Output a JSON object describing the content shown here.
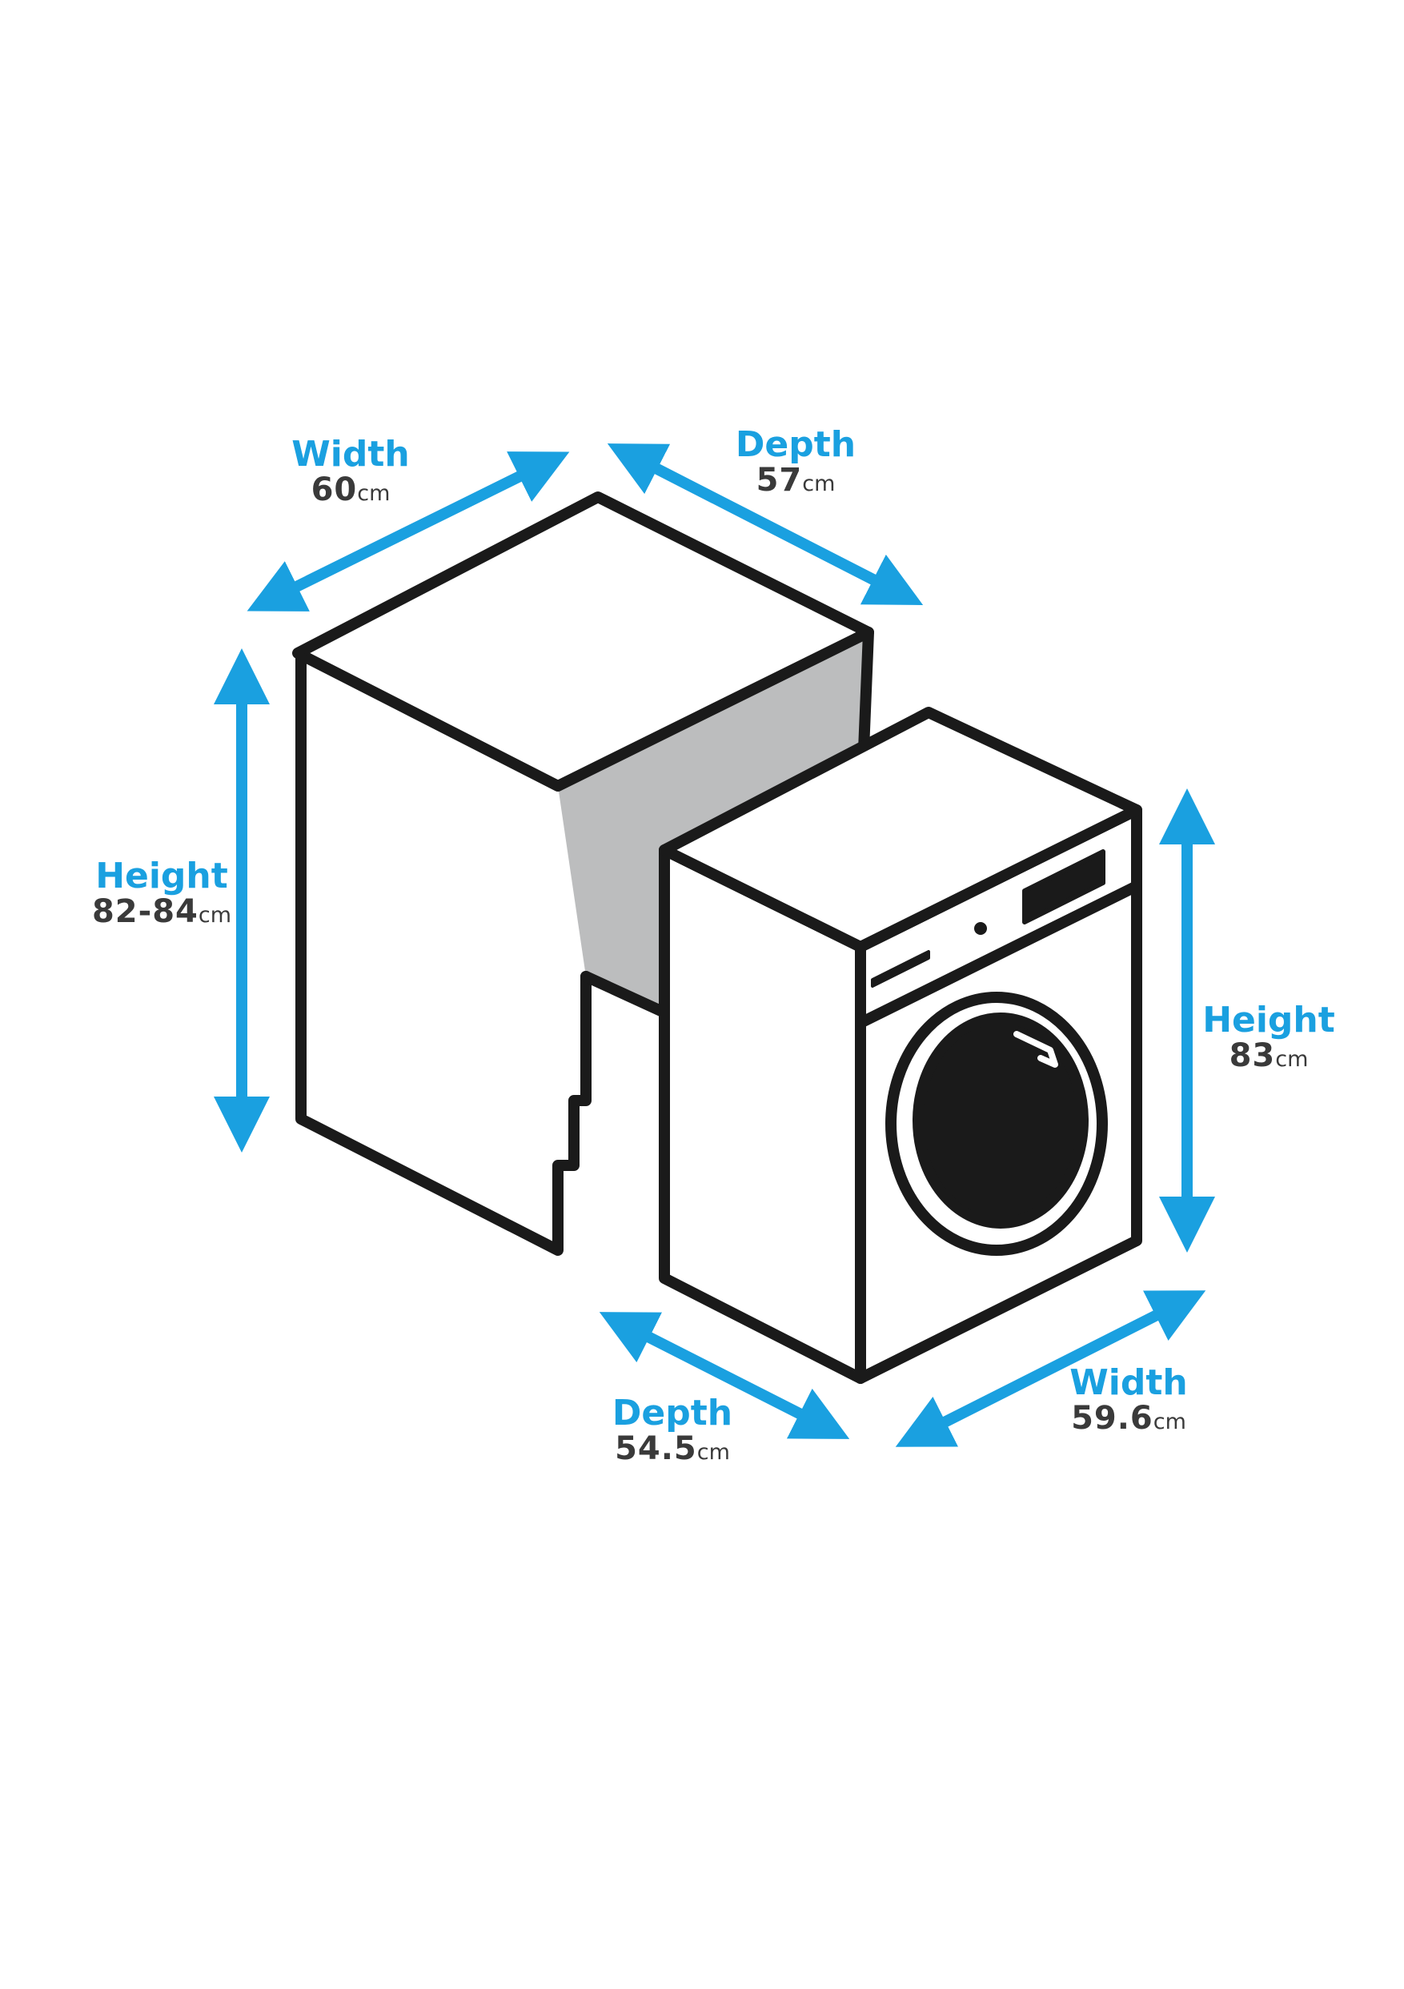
{
  "colors": {
    "accent": "#1aa0e0",
    "value_text": "#3a3a3a",
    "outline": "#1a1a1a",
    "cavity_back": "#bcbdbe",
    "background": "#ffffff"
  },
  "cavity": {
    "width": {
      "label": "Width",
      "value": "60",
      "unit": "cm"
    },
    "depth": {
      "label": "Depth",
      "value": "57",
      "unit": "cm"
    },
    "height": {
      "label": "Height",
      "value": "82-84",
      "unit": "cm"
    }
  },
  "appliance": {
    "height": {
      "label": "Height",
      "value": "83",
      "unit": "cm"
    },
    "depth": {
      "label": "Depth",
      "value": "54.5",
      "unit": "cm"
    },
    "width": {
      "label": "Width",
      "value": "59.6",
      "unit": "cm"
    }
  },
  "icons": {
    "cavity": "kitchen-cavity-icon",
    "appliance": "washing-machine-icon",
    "arrows": "double-arrow-icon"
  }
}
